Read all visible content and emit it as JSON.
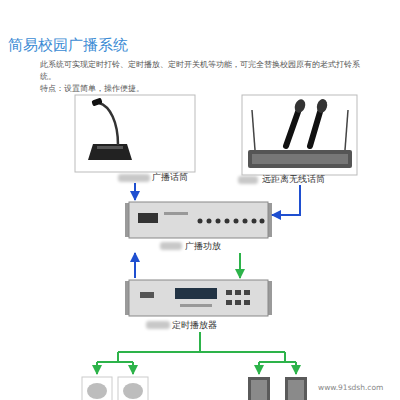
{
  "diagram": {
    "title": "简易校园广播系统",
    "nodes": [
      {
        "text": [
          "广播话筒"
        ]
      },
      {
        "text": [
          "远距离无线话筒"
        ]
      },
      {
        "text": [
          "广播功放"
        ]
      },
      {
        "text": [
          "定时播放器"
        ]
      }
    ],
    "edges": [
      {
        "from": 0,
        "to": 2,
        "arrow": "to"
      },
      {
        "from": 1,
        "to": 2,
        "arrow": "to"
      },
      {
        "from": 3,
        "to": 2,
        "arrow": "to"
      },
      {
        "from": 2,
        "to": 3,
        "arrow": "to"
      }
    ],
    "labels": [
      "此系统可实现定时打铃、定时播放、定时开关机等功能，可完全替换校园原有的老式打铃系统。",
      "特点：设置简单，操作便捷。",
      "www.91sdsh.com"
    ]
  }
}
